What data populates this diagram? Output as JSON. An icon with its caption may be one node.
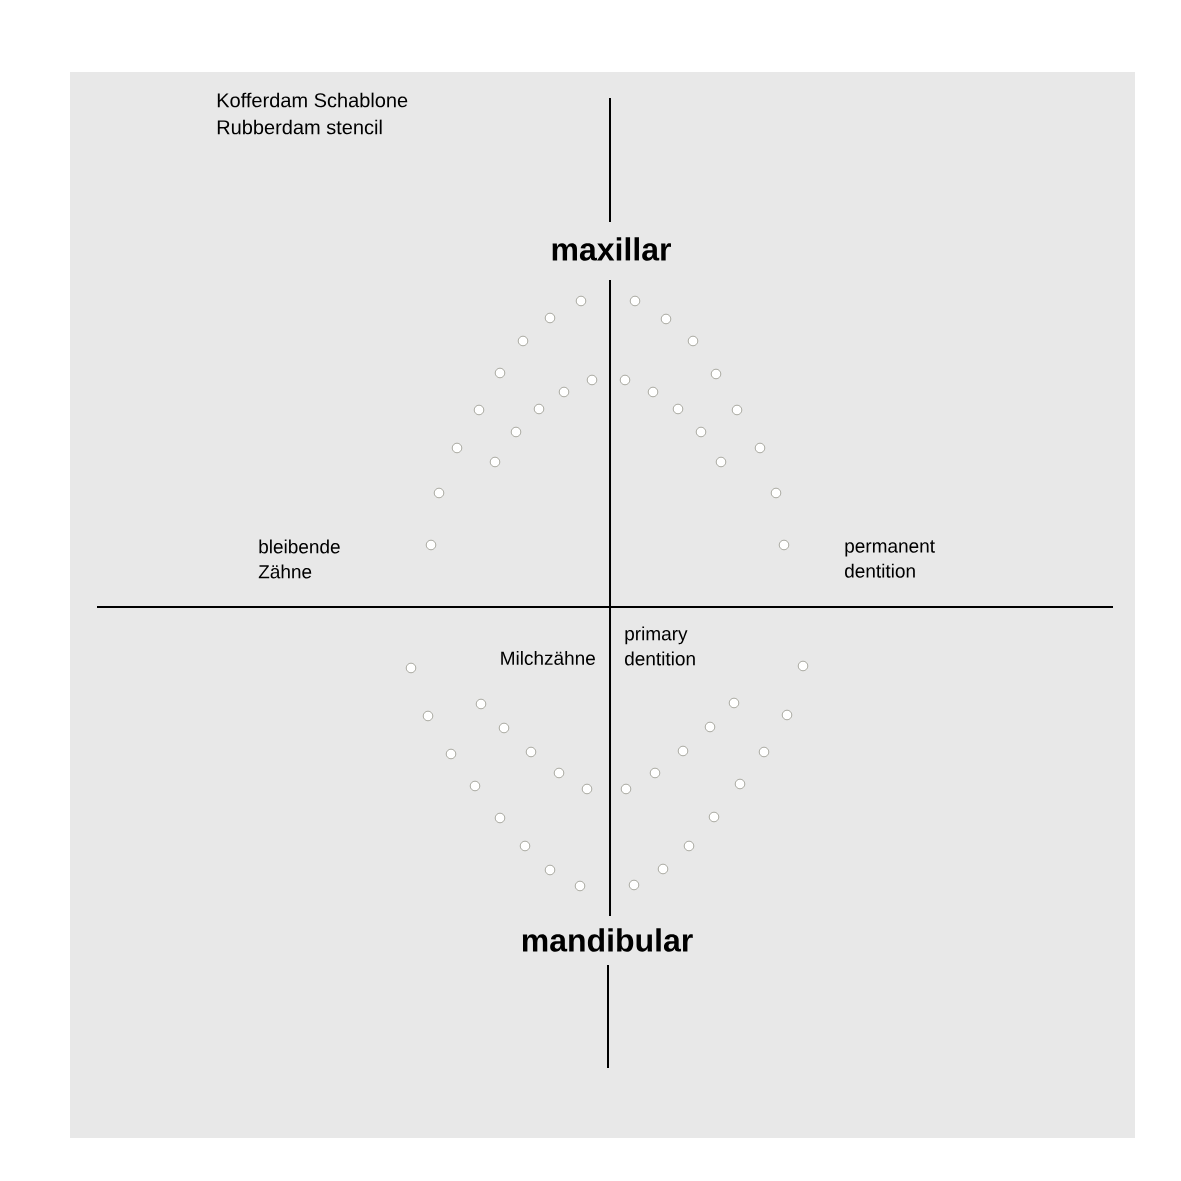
{
  "diagram": {
    "labels": [
      "Kofferdam Schablone",
      "Rubberdam stencil",
      "maxillar",
      "bleibende Zähne",
      "permanent dentition",
      "primary dentition",
      "Milchzähne",
      "mandibular"
    ]
  }
}
